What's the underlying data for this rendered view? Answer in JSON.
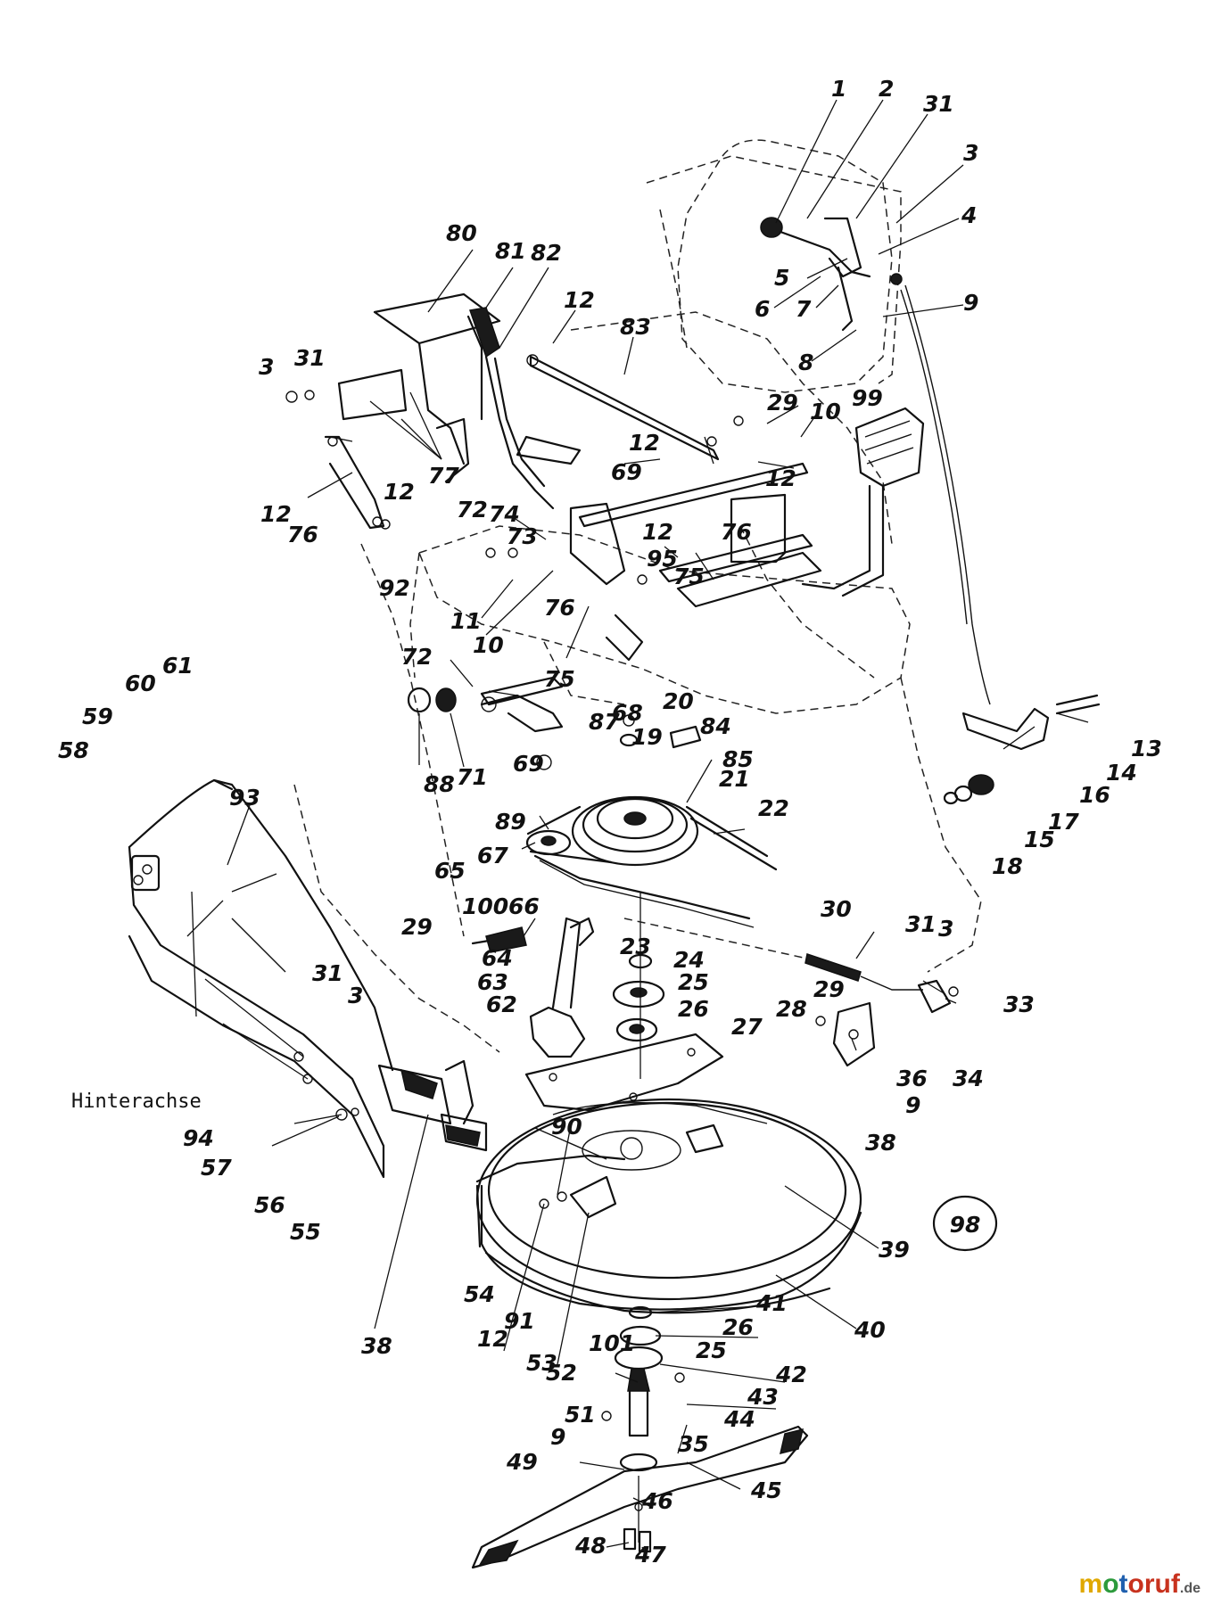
{
  "diagram": {
    "labels": [
      "1",
      "2",
      "31",
      "3",
      "4",
      "5",
      "6",
      "7",
      "9",
      "8",
      "80",
      "81",
      "82",
      "12",
      "83",
      "3",
      "31",
      "77",
      "29",
      "99",
      "10",
      "12",
      "69",
      "12",
      "72",
      "74",
      "73",
      "12",
      "76",
      "76",
      "12",
      "12",
      "92",
      "11",
      "10",
      "95",
      "75",
      "76",
      "72",
      "75",
      "69",
      "68",
      "87",
      "20",
      "84",
      "19",
      "85",
      "88",
      "71",
      "89",
      "21",
      "22",
      "67",
      "65",
      "66",
      "100",
      "64",
      "63",
      "62",
      "30",
      "23",
      "24",
      "25",
      "26",
      "27",
      "31",
      "3",
      "29",
      "28",
      "33",
      "36",
      "9",
      "34",
      "38",
      "13",
      "14",
      "16",
      "17",
      "15",
      "18",
      "58",
      "59",
      "60",
      "61",
      "93",
      "29",
      "31",
      "3",
      "94",
      "57",
      "56",
      "55",
      "38",
      "90",
      "12",
      "91",
      "53",
      "54",
      "39",
      "40",
      "41",
      "26",
      "25",
      "101",
      "42",
      "43",
      "52",
      "44",
      "51",
      "35",
      "9",
      "49",
      "45",
      "46",
      "48",
      "47"
    ],
    "circled_label": "98",
    "axle_note": "Hinterachse"
  },
  "watermark": {
    "parts": [
      "m",
      "o",
      "t",
      "oruf"
    ],
    "suffix": ".de",
    "colors": [
      "#e0a800",
      "#2c9a3c",
      "#1f5fae",
      "#c8321e"
    ]
  }
}
